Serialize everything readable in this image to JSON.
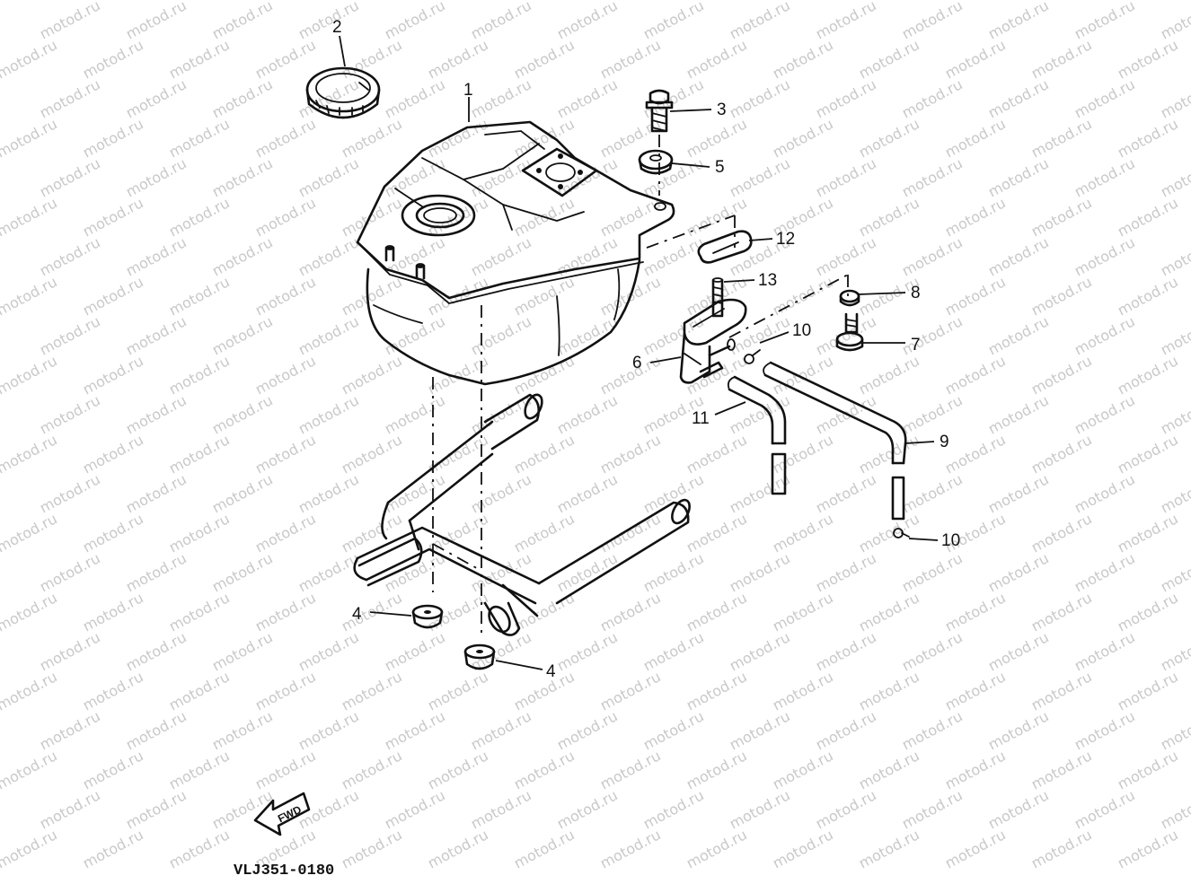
{
  "watermark": "motod.ru",
  "drawing_code": "VLJ351-0180",
  "fwd_label": "FWD",
  "callouts": [
    {
      "id": "1",
      "label": "1"
    },
    {
      "id": "2",
      "label": "2"
    },
    {
      "id": "3",
      "label": "3"
    },
    {
      "id": "4a",
      "label": "4"
    },
    {
      "id": "4b",
      "label": "4"
    },
    {
      "id": "5",
      "label": "5"
    },
    {
      "id": "6",
      "label": "6"
    },
    {
      "id": "7",
      "label": "7"
    },
    {
      "id": "8",
      "label": "8"
    },
    {
      "id": "9",
      "label": "9"
    },
    {
      "id": "10a",
      "label": "10"
    },
    {
      "id": "10b",
      "label": "10"
    },
    {
      "id": "11",
      "label": "11"
    },
    {
      "id": "12",
      "label": "12"
    },
    {
      "id": "13",
      "label": "13"
    }
  ]
}
